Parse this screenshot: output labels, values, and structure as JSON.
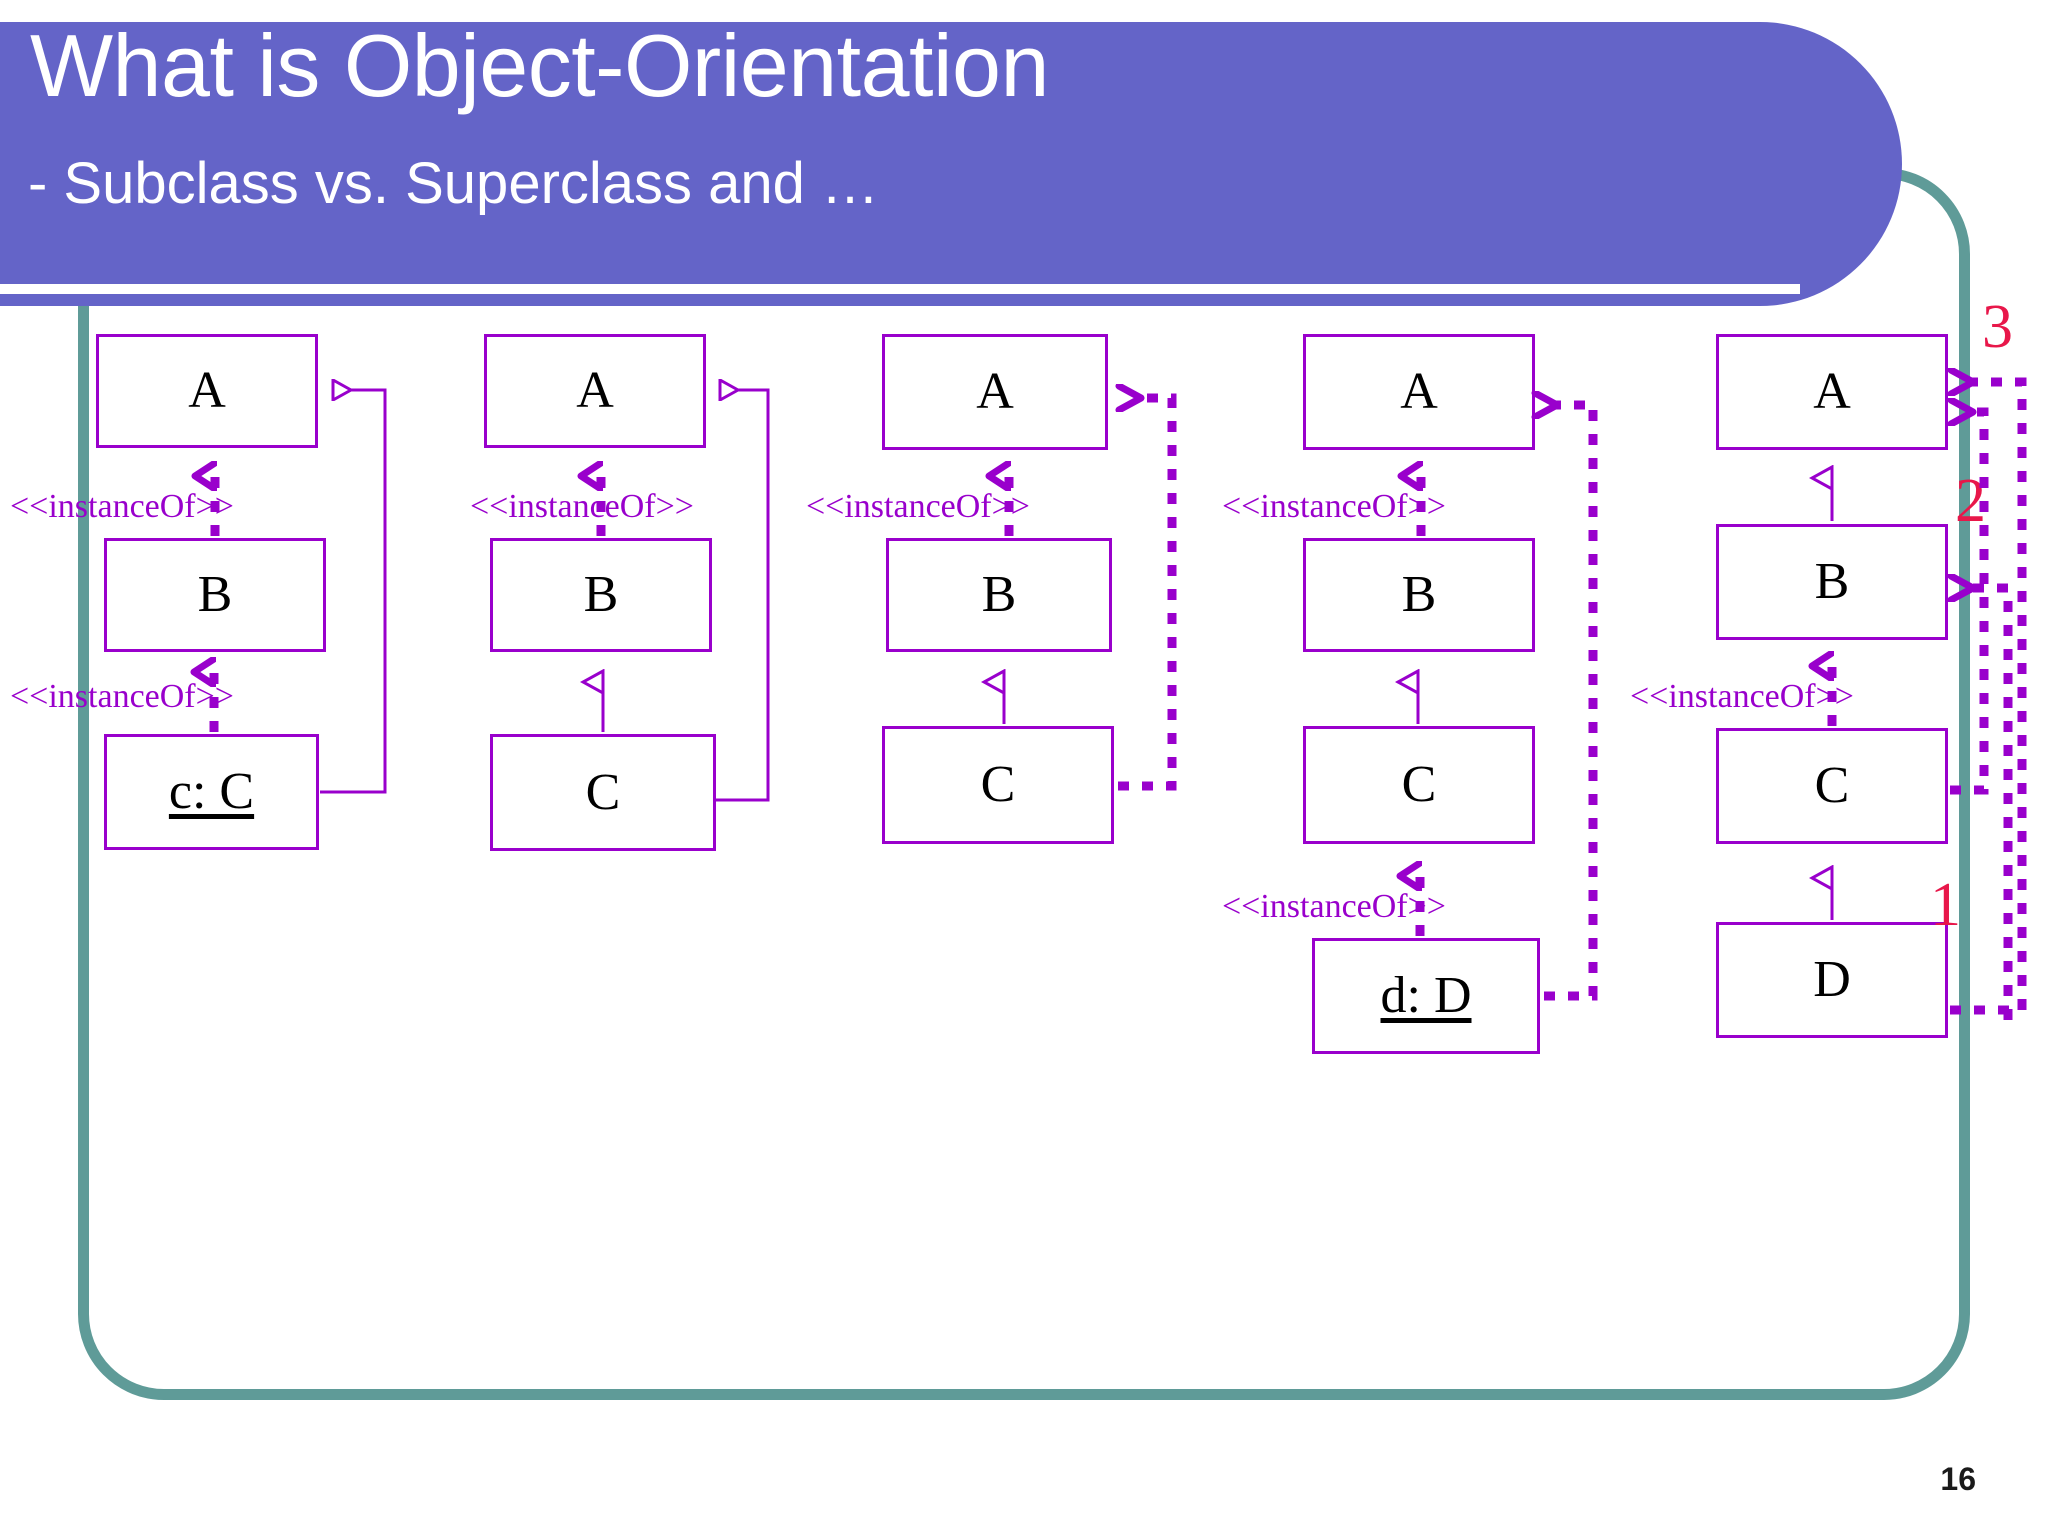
{
  "slide": {
    "title": "What is Object-Orientation",
    "subtitle": "- Subclass vs. Superclass and …",
    "page_number": "16",
    "colors": {
      "header_band": "#6464c8",
      "frame_outline": "#5f9b98",
      "uml_stroke": "#9900cc",
      "marker_red": "#e8174a",
      "box_text": "#000000",
      "header_text": "#ffffff"
    }
  },
  "stereotype_label": "<<instanceOf>>",
  "columns": [
    {
      "id": "col-1",
      "boxes": [
        {
          "label": "A",
          "kind": "class"
        },
        {
          "label": "B",
          "kind": "class"
        },
        {
          "label": "c: C",
          "kind": "instance"
        }
      ],
      "stereotypes": [
        "<<instanceOf>>",
        "<<instanceOf>>"
      ]
    },
    {
      "id": "col-2",
      "boxes": [
        {
          "label": "A",
          "kind": "class"
        },
        {
          "label": "B",
          "kind": "class"
        },
        {
          "label": "C",
          "kind": "class"
        }
      ],
      "stereotypes": [
        "<<instanceOf>>"
      ]
    },
    {
      "id": "col-3",
      "boxes": [
        {
          "label": "A",
          "kind": "class"
        },
        {
          "label": "B",
          "kind": "class"
        },
        {
          "label": "C",
          "kind": "class"
        }
      ],
      "stereotypes": [
        "<<instanceOf>>"
      ]
    },
    {
      "id": "col-4",
      "boxes": [
        {
          "label": "A",
          "kind": "class"
        },
        {
          "label": "B",
          "kind": "class"
        },
        {
          "label": "C",
          "kind": "class"
        },
        {
          "label": "d: D",
          "kind": "instance"
        }
      ],
      "stereotypes": [
        "<<instanceOf>>",
        "<<instanceOf>>"
      ]
    },
    {
      "id": "col-5",
      "boxes": [
        {
          "label": "A",
          "kind": "class"
        },
        {
          "label": "B",
          "kind": "class"
        },
        {
          "label": "C",
          "kind": "class"
        },
        {
          "label": "D",
          "kind": "class"
        }
      ],
      "stereotypes": [
        "<<instanceOf>>"
      ],
      "markers": [
        "3",
        "2",
        "1"
      ]
    }
  ]
}
